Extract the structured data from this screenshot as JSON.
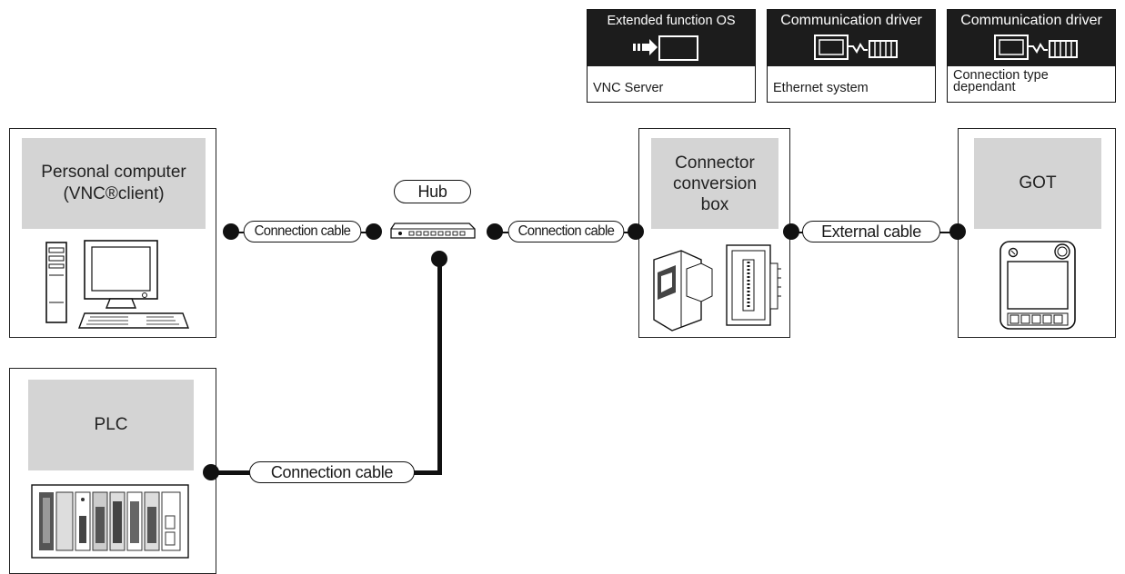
{
  "software": [
    {
      "header": "Extended function OS",
      "footer": "VNC Server",
      "icon": "extended-os-icon"
    },
    {
      "header": "Communication driver",
      "footer": "Ethernet system",
      "icon": "communication-driver-icon"
    },
    {
      "header": "Communication driver",
      "footer": "Connection type dependant",
      "icon": "communication-driver-icon"
    }
  ],
  "devices": {
    "pc": {
      "label": "Personal computer\n(VNC®client)",
      "icon": "personal-computer-icon"
    },
    "hub": {
      "label": "Hub",
      "icon": "hub-icon"
    },
    "converter": {
      "label": "Connector\nconversion\nbox",
      "icon": "connector-conversion-box-icon"
    },
    "got": {
      "label": "GOT",
      "icon": "got-panel-icon"
    },
    "plc": {
      "label": "PLC",
      "icon": "plc-rack-icon"
    }
  },
  "cables": {
    "pc_hub": "Connection cable",
    "hub_conv": "Connection cable",
    "conv_got": "External cable",
    "plc_hub": "Connection cable"
  }
}
